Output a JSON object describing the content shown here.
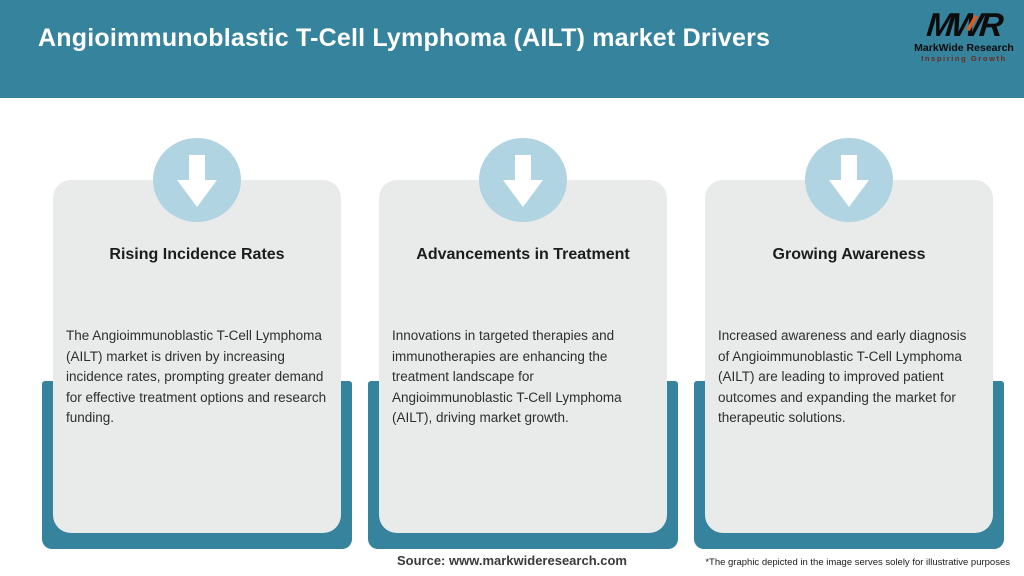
{
  "header": {
    "title": "Angioimmunoblastic T-Cell Lymphoma (AILT) market Drivers",
    "logo": {
      "acronym": "MWR",
      "name": "MarkWide Research",
      "tagline": "Inspiring Growth"
    }
  },
  "cards": [
    {
      "title": "Rising Incidence Rates",
      "description": "The Angioimmunoblastic T-Cell Lymphoma (AILT) market is driven by increasing incidence rates, prompting greater demand for effective treatment options and research funding."
    },
    {
      "title": "Advancements in Treatment",
      "description": "Innovations in targeted therapies and immunotherapies are enhancing the treatment landscape for Angioimmunoblastic T-Cell Lymphoma (AILT), driving market growth."
    },
    {
      "title": "Growing Awareness",
      "description": "Increased awareness and early diagnosis of Angioimmunoblastic T-Cell Lymphoma (AILT) are leading to improved patient outcomes and expanding the market for therapeutic solutions."
    }
  ],
  "footer": {
    "source": "Source: www.markwideresearch.com",
    "disclaimer": "*The graphic depicted in the image serves solely for illustrative purposes"
  },
  "colors": {
    "teal": "#35839c",
    "circle_blue": "#b0d4e2",
    "card_bg": "#e9ebeb",
    "logo_accent": "#d85c28",
    "tagline_color": "#6e2a1e"
  },
  "icons": {
    "card_icon": "down-arrow-icon"
  }
}
